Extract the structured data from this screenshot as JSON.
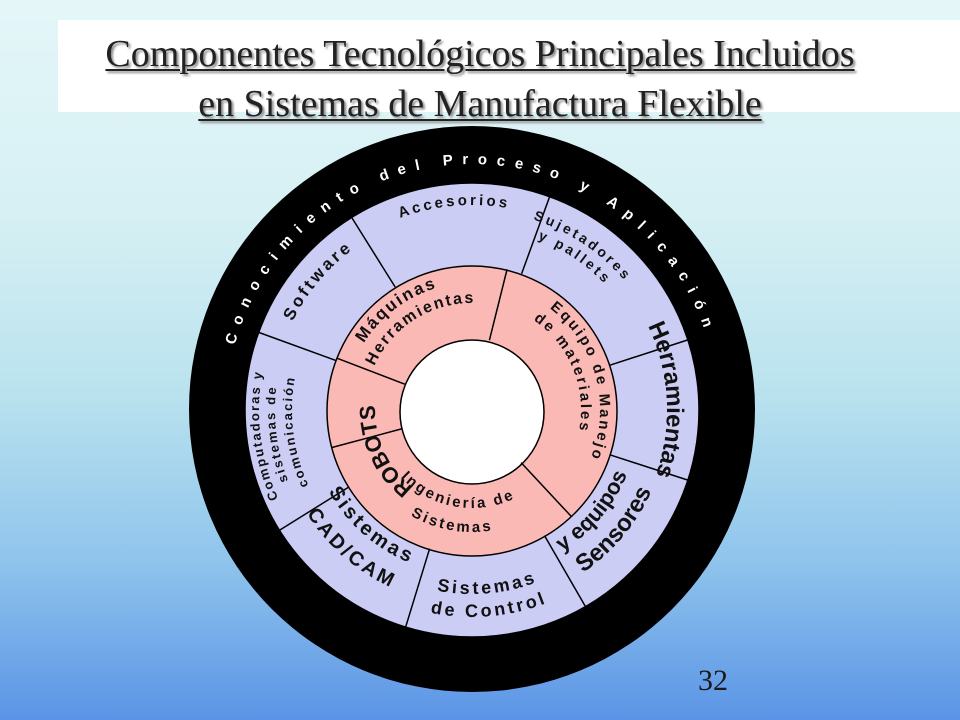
{
  "title": {
    "line1": "Componentes Tecnológicos Principales Incluidos",
    "line2": "en Sistemas de Manufactura Flexible"
  },
  "outer_ring": {
    "label": "Conocimiento del Proceso y Aplicación"
  },
  "middle_ring": [
    {
      "id": "accesorios",
      "lines": [
        "Accesorios"
      ]
    },
    {
      "id": "sujetadores",
      "lines": [
        "Sujetadores",
        "y pallets"
      ]
    },
    {
      "id": "herramientas",
      "lines": [
        "Herramientas"
      ]
    },
    {
      "id": "sensores",
      "lines": [
        "Sensores",
        "y equipos"
      ]
    },
    {
      "id": "control",
      "lines": [
        "Sistemas",
        "de Control"
      ]
    },
    {
      "id": "cadcam",
      "lines": [
        "Sistemas",
        "CAD/CAM"
      ]
    },
    {
      "id": "computadoras",
      "lines": [
        "Computadoras y",
        "sistemas de",
        "comunicación"
      ]
    },
    {
      "id": "software",
      "lines": [
        "Software"
      ]
    }
  ],
  "inner_ring": [
    {
      "id": "maquinas",
      "lines": [
        "Máquinas",
        "Herramientas"
      ]
    },
    {
      "id": "equipo",
      "lines": [
        "Equipo de Manejo",
        "de materiales"
      ]
    },
    {
      "id": "ingenieria",
      "lines": [
        "Ingeniería de",
        "Sistemas"
      ]
    },
    {
      "id": "robots",
      "lines": [
        "ROBOTS"
      ]
    }
  ],
  "colors": {
    "outer_ring": "#000000",
    "middle_ring": "#cccdf5",
    "inner_ring": "#fbb9b6",
    "core": "#ffffff",
    "title_text": "#222222"
  },
  "page_number": "32"
}
